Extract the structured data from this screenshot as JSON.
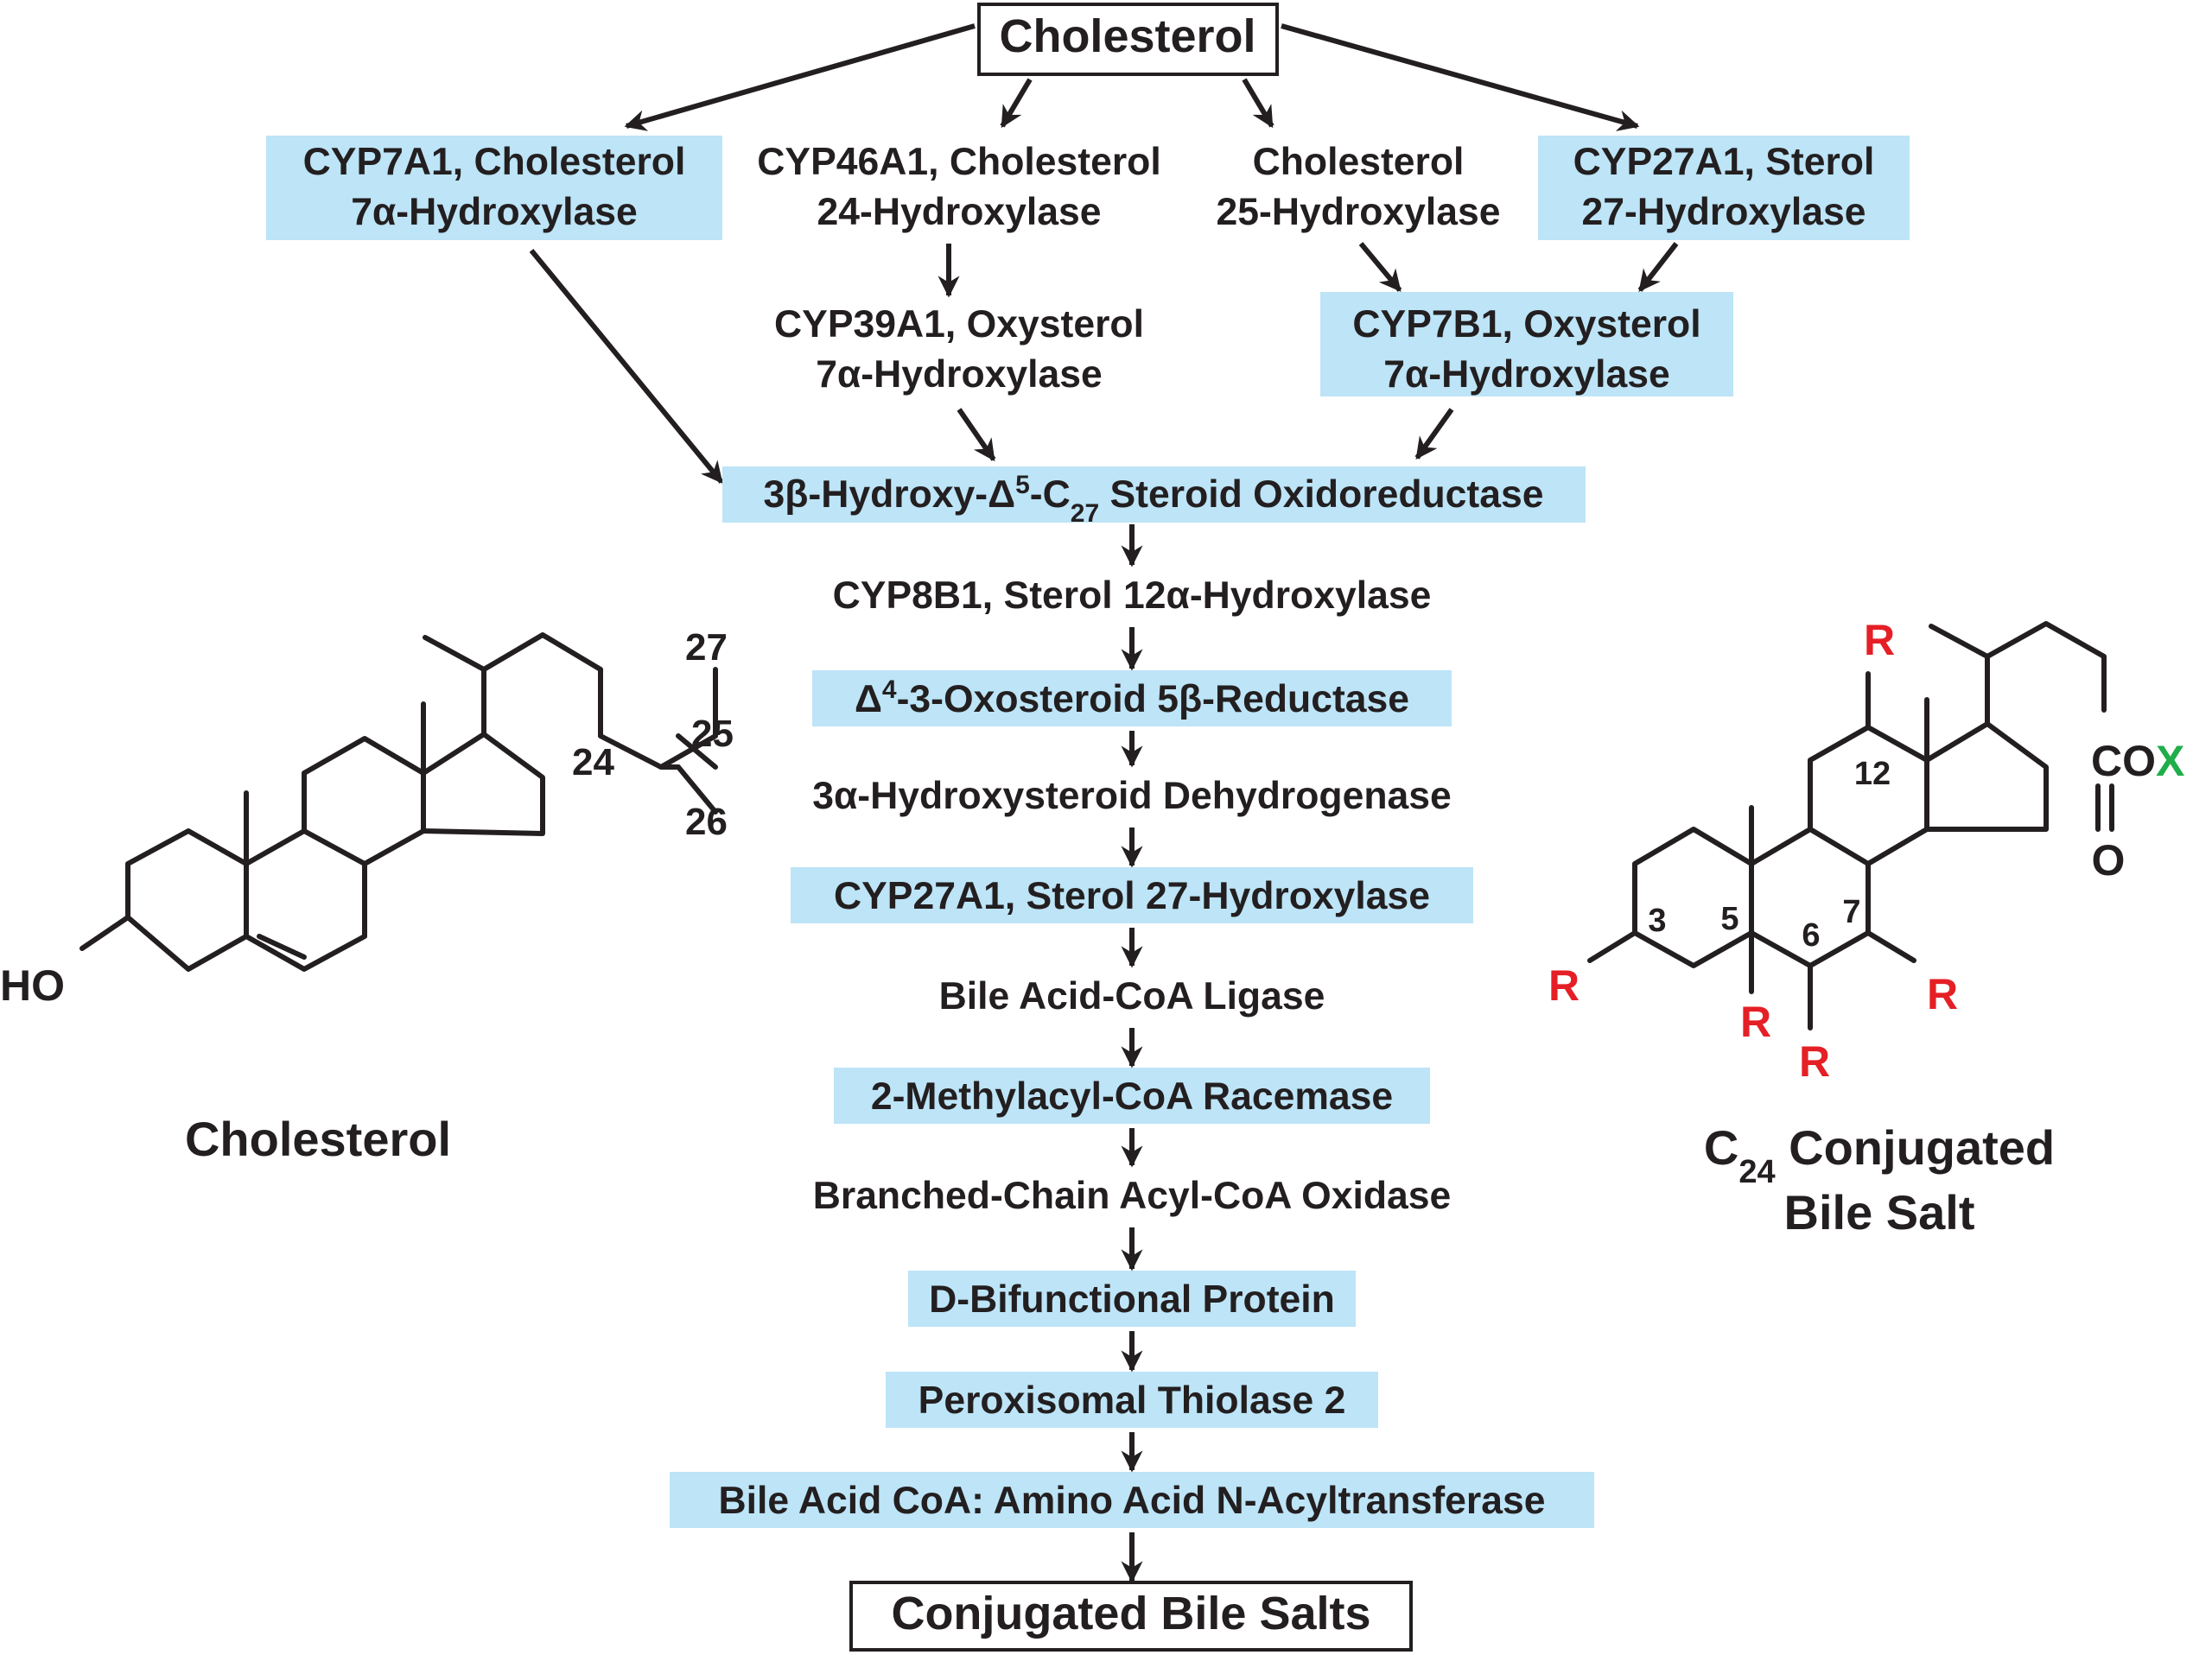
{
  "top": {
    "label": "Cholesterol"
  },
  "bottom": {
    "label": "Conjugated Bile Salts"
  },
  "branches": {
    "cyp7a1": [
      "CYP7A1, Cholesterol",
      "7α-Hydroxylase"
    ],
    "cyp46a1": [
      "CYP46A1, Cholesterol",
      "24-Hydroxylase"
    ],
    "ch25h": [
      "Cholesterol",
      "25-Hydroxylase"
    ],
    "cyp27a1": [
      "CYP27A1, Sterol",
      "27-Hydroxylase"
    ],
    "cyp39a1": [
      "CYP39A1, Oxysterol",
      "7α-Hydroxylase"
    ],
    "cyp7b1": [
      "CYP7B1, Oxysterol",
      "7α-Hydroxylase"
    ]
  },
  "hsd3b7": {
    "a": "3β-Hydroxy-Δ",
    "sup": "5",
    "b": "-C",
    "sub": "27",
    "c": " Steroid Oxidoreductase"
  },
  "chain": [
    {
      "label": "CYP8B1, Sterol 12α-Hydroxylase",
      "highlight": false
    },
    {
      "label": "Δ",
      "sup": "4",
      "rest": "-3-Oxosteroid 5β-Reductase",
      "highlight": true
    },
    {
      "label": "3α-Hydroxysteroid Dehydrogenase",
      "highlight": false
    },
    {
      "label": "CYP27A1, Sterol 27-Hydroxylase",
      "highlight": true
    },
    {
      "label": "Bile Acid-CoA Ligase",
      "highlight": false
    },
    {
      "label": "2-Methylacyl-CoA Racemase",
      "highlight": true
    },
    {
      "label": "Branched-Chain Acyl-CoA Oxidase",
      "highlight": false
    },
    {
      "label": "D-Bifunctional Protein",
      "highlight": true
    },
    {
      "label": "Peroxisomal Thiolase 2",
      "highlight": true
    },
    {
      "label": "Bile Acid CoA: Amino Acid N-Acyltransferase",
      "highlight": true
    }
  ],
  "cholesterol_structure": {
    "caption": "Cholesterol",
    "ho": "HO",
    "c24": "24",
    "c25": "25",
    "c26": "26",
    "c27": "27"
  },
  "bile_salt_structure": {
    "caption_a": "C",
    "caption_sub": "24",
    "caption_b": " Conjugated",
    "caption_line2": "Bile Salt",
    "r": "R",
    "cox": "CO",
    "x": "X",
    "o": "O",
    "n3": "3",
    "n5": "5",
    "n6": "6",
    "n7": "7",
    "n12": "12"
  },
  "colors": {
    "highlight": "#bde4f7",
    "r_group": "#e51f26",
    "x_group": "#1fae4a",
    "ink": "#231f20"
  }
}
